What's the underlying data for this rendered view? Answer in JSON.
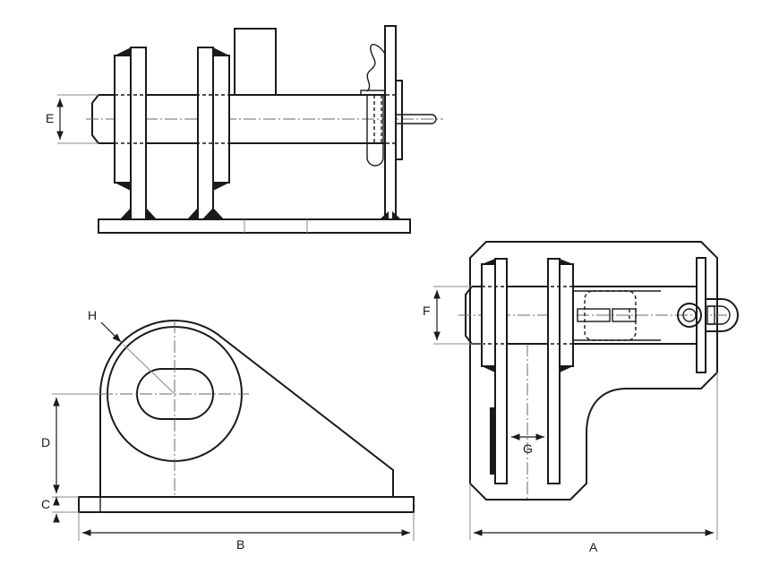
{
  "dimension_labels": {
    "A": "A",
    "B": "B",
    "C": "C",
    "D": "D",
    "E": "E",
    "F": "F",
    "G": "G",
    "H": "H"
  },
  "colors": {
    "line": "#1a1a1a",
    "centerline": "#6a6a6a",
    "background": "#ffffff"
  }
}
